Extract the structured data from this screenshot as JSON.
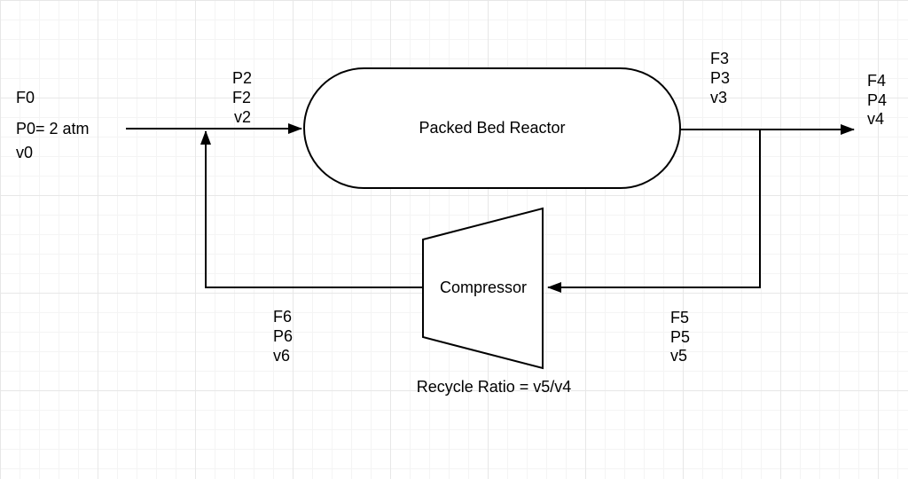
{
  "diagram": {
    "nodes": {
      "reactor": {
        "label": "Packed Bed Reactor"
      },
      "compressor": {
        "label": "Compressor"
      }
    },
    "streams": {
      "feed": {
        "labels": [
          "F0",
          "P0= 2 atm",
          "v0"
        ]
      },
      "stream2": {
        "labels": [
          "P2",
          "F2",
          "v2"
        ]
      },
      "stream3": {
        "labels": [
          "F3",
          "P3",
          "v3"
        ]
      },
      "stream4": {
        "labels": [
          "F4",
          "P4",
          "v4"
        ]
      },
      "stream5": {
        "labels": [
          "F5",
          "P5",
          "v5"
        ]
      },
      "stream6": {
        "labels": [
          "F6",
          "P6",
          "v6"
        ]
      }
    },
    "annotation": {
      "recycle_ratio": "Recycle Ratio = v5/v4"
    },
    "colors": {
      "stroke": "#000000",
      "node_fill": "#ffffff",
      "background": "#ffffff",
      "grid_minor": "#f4f4f4",
      "grid_major": "#e7e7e7"
    }
  }
}
